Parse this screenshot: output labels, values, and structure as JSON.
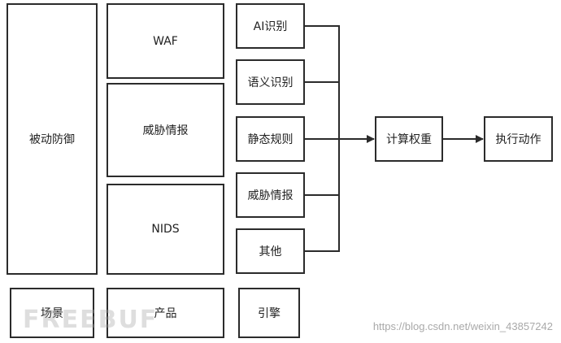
{
  "scene": {
    "label": "被动防御",
    "footer": "场景"
  },
  "product": {
    "items": [
      "WAF",
      "威胁情报",
      "NIDS"
    ],
    "footer": "产品"
  },
  "engine": {
    "items": [
      "AI识别",
      "语义识别",
      "静态规则",
      "威胁情报",
      "其他"
    ],
    "footer": "引擎"
  },
  "flow": {
    "weight": "计算权重",
    "action": "执行动作"
  },
  "watermark": {
    "logo": "FREEBUF",
    "url": "https://blog.csdn.net/weixin_43857242"
  },
  "colors": {
    "line": "#2b2b2b",
    "watermark": "#a9a9a9"
  }
}
